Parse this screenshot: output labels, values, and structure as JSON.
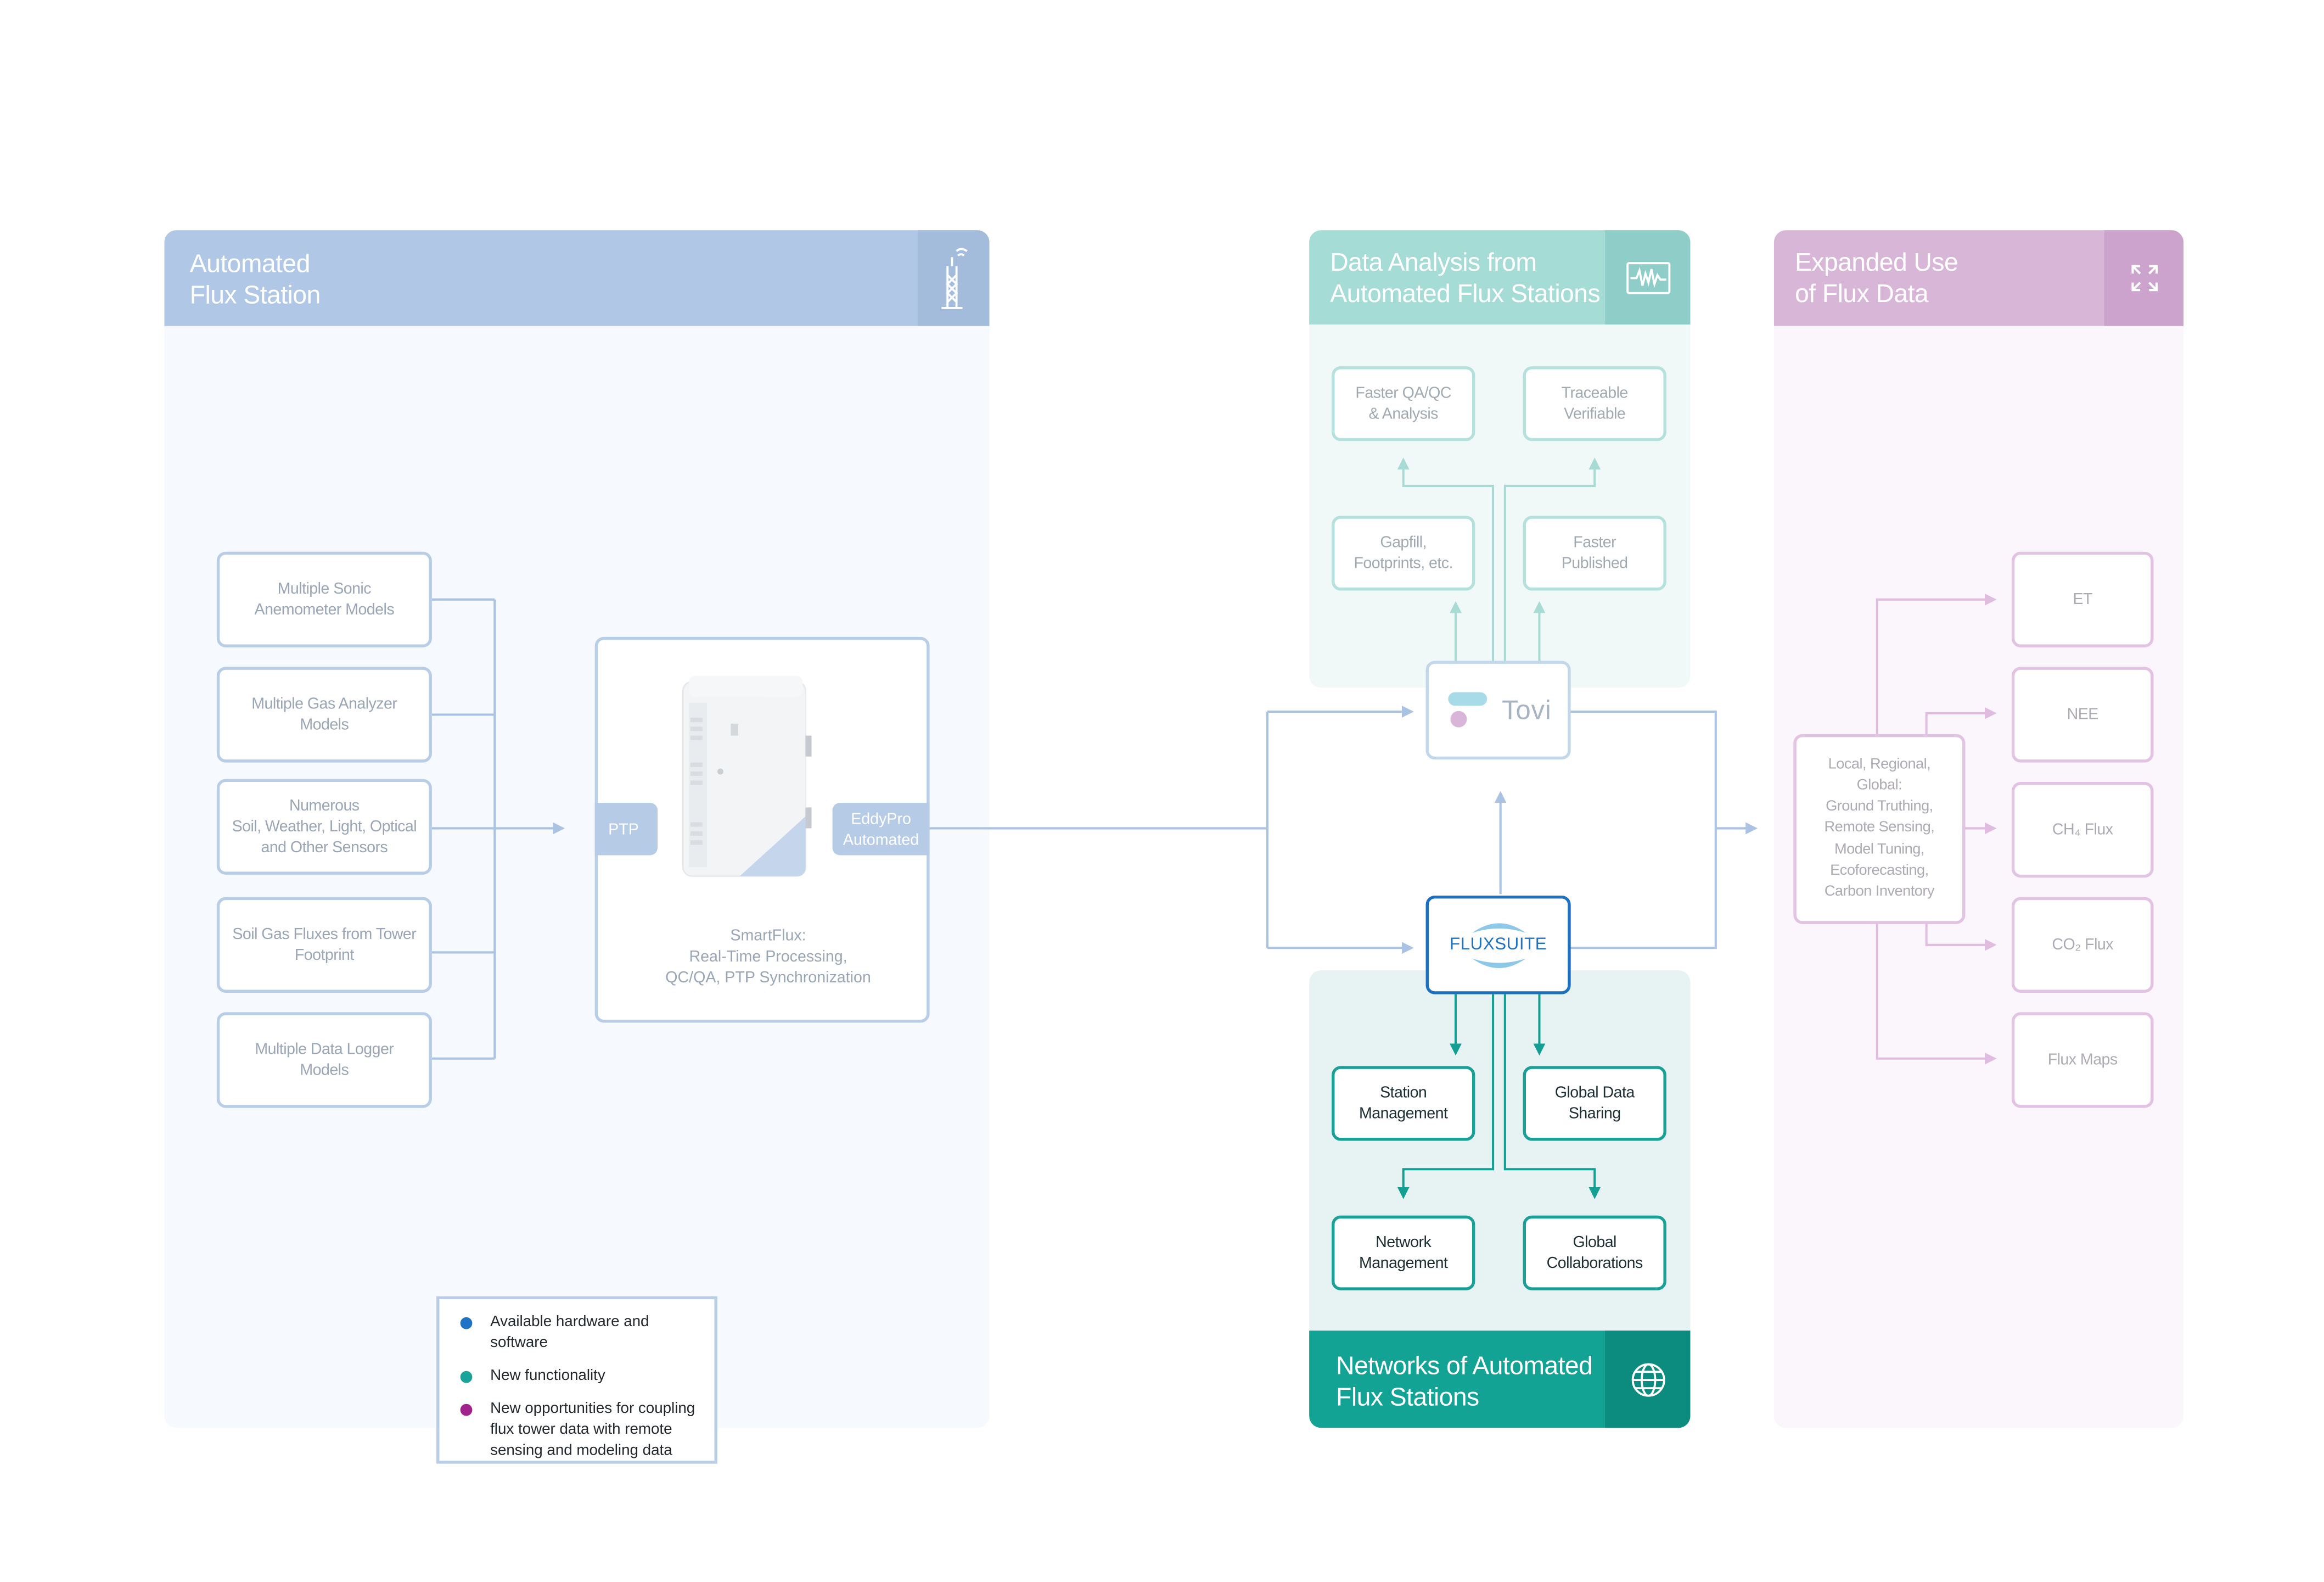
{
  "colors": {
    "blue_header": "#b0c8e5",
    "blue_tab": "#a3bcdc",
    "teal_light_header": "#a6dcd6",
    "teal_light_tab": "#8fcec8",
    "teal_dark_header": "#12a394",
    "teal_dark_tab": "#0c8c7f",
    "purple_header": "#d8b6d8",
    "purple_tab": "#cba3cc",
    "legend_blue": "#1f73c4",
    "legend_teal": "#1aa39a",
    "legend_purple": "#a3238e"
  },
  "station": {
    "title": "Automated\nFlux Station",
    "icon": "tower-icon",
    "inputs": [
      "Multiple Sonic\nAnemometer Models",
      "Multiple Gas Analyzer\nModels",
      "Numerous\nSoil, Weather, Light, Optical\nand Other Sensors",
      "Soil Gas Fluxes from Tower\nFootprint",
      "Multiple Data Logger\nModels"
    ],
    "device": {
      "ptp": "PTP",
      "eddypro": "EddyPro\nAutomated",
      "caption": "SmartFlux:\nReal-Time Processing,\nQC/QA, PTP Synchronization"
    }
  },
  "analysis": {
    "title": "Data Analysis from\nAutomated Flux Stations",
    "icon": "waveform-icon",
    "boxes": [
      "Faster QA/QC\n& Analysis",
      "Traceable\nVerifiable",
      "Gapfill,\nFootprints, etc.",
      "Faster\nPublished"
    ],
    "tovi": "Tovi"
  },
  "networks": {
    "title": "Networks of Automated\nFlux Stations",
    "icon": "globe-icon",
    "fluxsuite": "FLUXSUITE",
    "boxes": [
      "Station\nManagement",
      "Global Data\nSharing",
      "Network\nManagement",
      "Global\nCollaborations"
    ]
  },
  "expanded": {
    "title": "Expanded Use\nof Flux Data",
    "icon": "expand-icon",
    "center": "Local, Regional,\nGlobal:\nGround Truthing,\nRemote Sensing,\nModel Tuning,\nEcoforecasting,\nCarbon Inventory",
    "outputs": [
      "ET",
      "NEE",
      "CH₄ Flux",
      "CO₂ Flux",
      "Flux Maps"
    ]
  },
  "legend": [
    {
      "label": "Available hardware and software",
      "color": "#1f73c4"
    },
    {
      "label": "New functionality",
      "color": "#1aa39a"
    },
    {
      "label": "New opportunities for coupling\nflux tower data with remote\nsensing and modeling data",
      "color": "#a3238e"
    }
  ]
}
